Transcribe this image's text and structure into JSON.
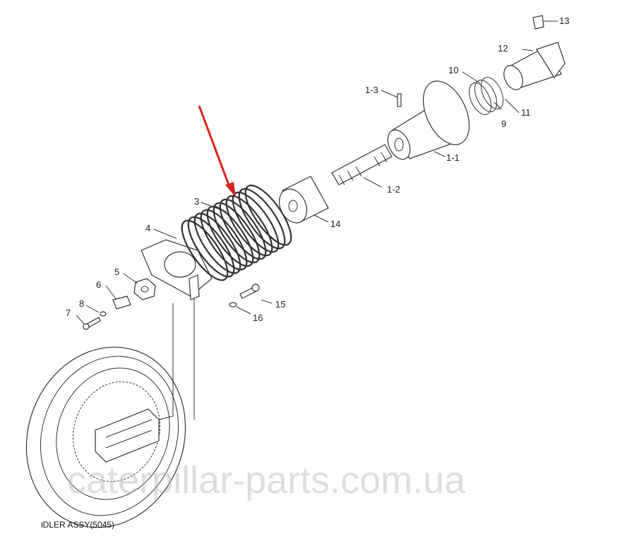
{
  "diagram": {
    "caption": "iDLER ASSY(5045)",
    "watermark": "caterpillar-parts.com.ua",
    "arrow_color": "#d9231d",
    "labels": {
      "p13": "13",
      "p12": "12",
      "p10": "10",
      "p1_3": "1-3",
      "p11": "11",
      "p9": "9",
      "p1_1": "1-1",
      "p1_2": "1-2",
      "p3": "3",
      "p14": "14",
      "p4": "4",
      "p5": "5",
      "p6": "6",
      "p7": "7",
      "p8": "8",
      "p15": "15",
      "p16": "16"
    }
  }
}
